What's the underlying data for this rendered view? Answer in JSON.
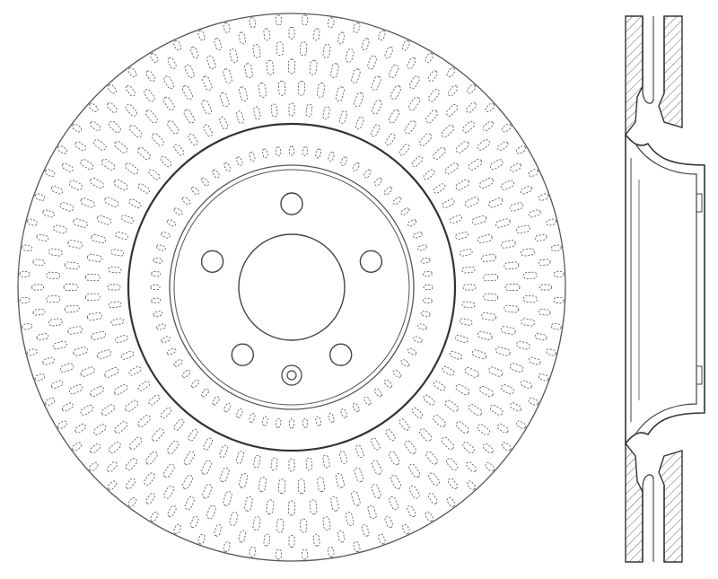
{
  "drawing": {
    "line_color": "#444444",
    "background": "#ffffff",
    "front_view": {
      "radial_slots": {
        "rings": 7,
        "slots_per_ring": 64
      },
      "lug_holes": 5,
      "center_bore": 1,
      "locating_pin_hole": 1
    },
    "side_view": {
      "hatch": "diagonal",
      "vent_vanes": 1
    }
  }
}
